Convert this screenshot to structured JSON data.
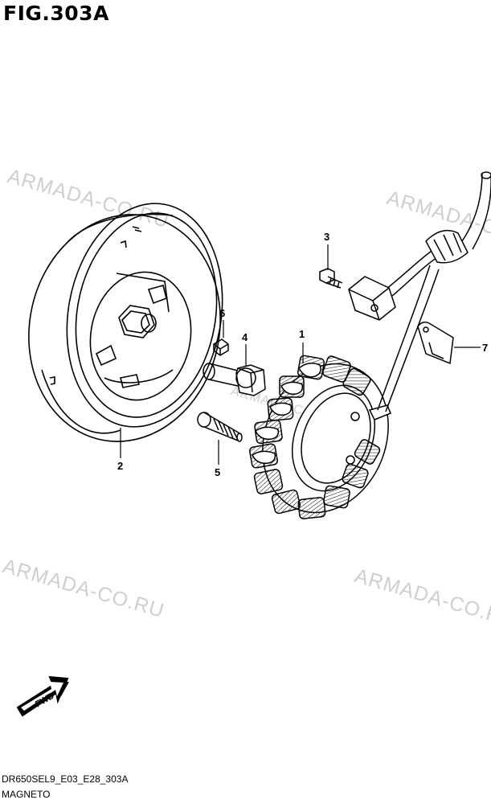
{
  "figure": {
    "title": "FIG.303A",
    "code": "DR650SEL9_E03_E28_303A",
    "name": "MAGNETO"
  },
  "watermark": {
    "text": "ARMADA-CO.RU",
    "color": "#cfcfcf"
  },
  "callouts": [
    {
      "id": "1",
      "label": "1"
    },
    {
      "id": "2",
      "label": "2"
    },
    {
      "id": "3",
      "label": "3"
    },
    {
      "id": "4",
      "label": "4"
    },
    {
      "id": "5",
      "label": "5"
    },
    {
      "id": "6",
      "label": "6"
    },
    {
      "id": "7",
      "label": "7"
    }
  ],
  "direction_badge": {
    "label": "FWD",
    "icon": "arrow-forward-icon"
  }
}
